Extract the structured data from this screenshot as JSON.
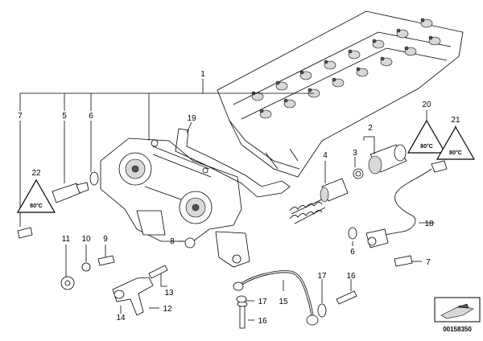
{
  "callouts": {
    "c1": "1",
    "c2": "2",
    "c3": "3",
    "c4": "4",
    "c5": "5",
    "c6": "6",
    "c7a": "7",
    "c6b": "6",
    "c7b": "7",
    "c8": "8",
    "c9": "9",
    "c10": "10",
    "c11": "11",
    "c12": "12",
    "c13": "13",
    "c14": "14",
    "c15": "15",
    "c16a": "16",
    "c16b": "16",
    "c17a": "17",
    "c17b": "17",
    "c18": "18",
    "c19": "19",
    "c20": "20",
    "c21": "21",
    "c22": "22"
  },
  "badges": {
    "b20": "80°C",
    "b21": "80°C",
    "b22": "80°C"
  },
  "diagram_code": "00158350"
}
